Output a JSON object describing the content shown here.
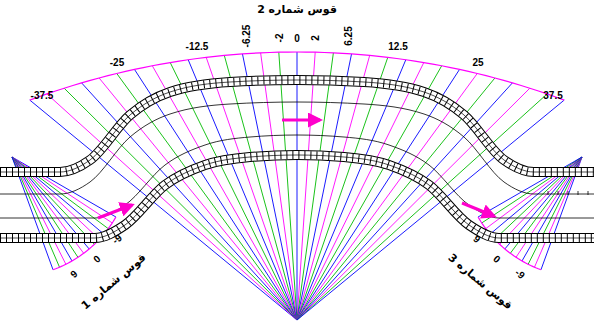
{
  "diagram": {
    "labels": [
      "قوس شماره 2",
      "-37.5",
      "-25",
      "-12.5",
      "-6.25",
      "-2",
      "0",
      "2",
      "6.25",
      "12.5",
      "25",
      "37.5",
      "9",
      "0",
      "-9",
      "قوس شماره 1",
      "9",
      "0",
      "-9",
      "قوس شماره 3"
    ]
  }
}
